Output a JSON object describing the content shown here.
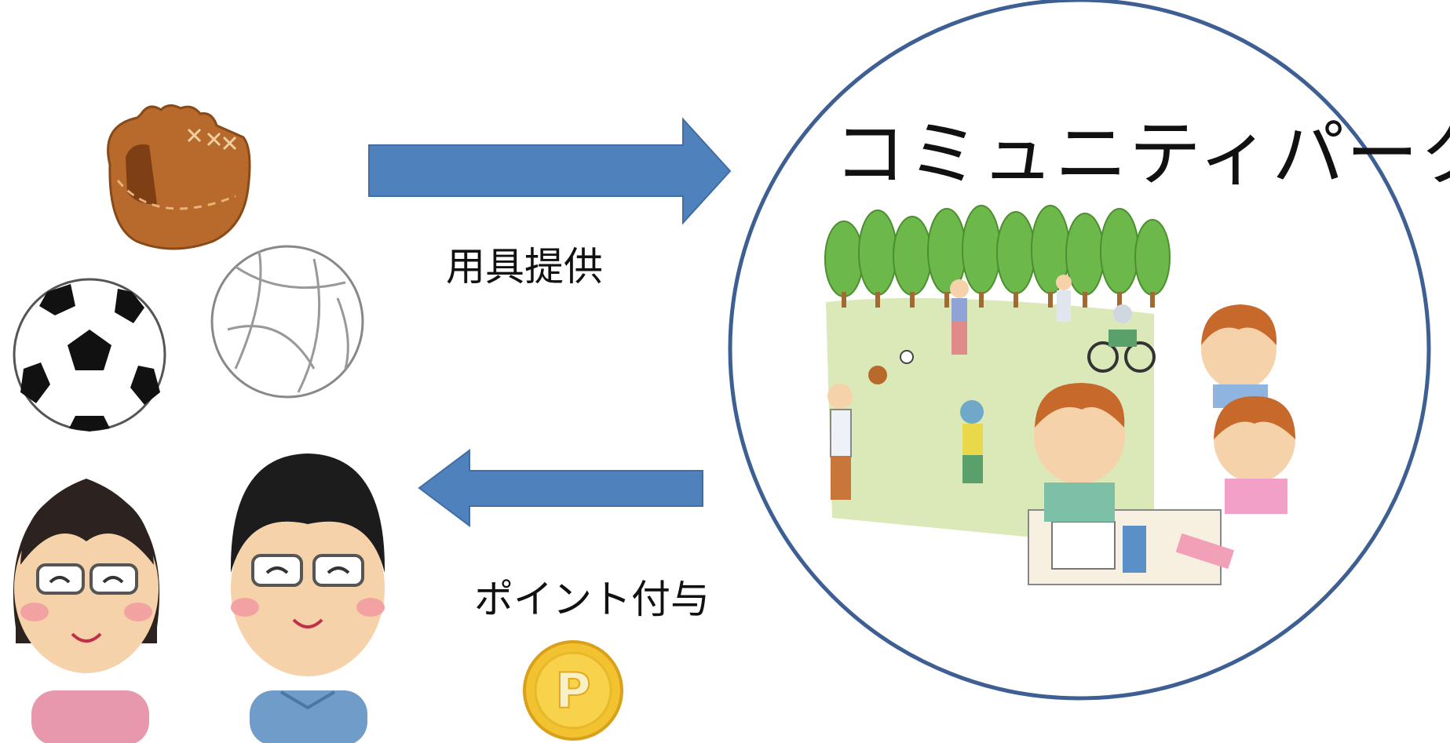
{
  "labels": {
    "equipment_provision": "用具提供",
    "point_grant": "ポイント付与",
    "community_park": "コミュニティパーク",
    "point_coin_letter": "P"
  },
  "colors": {
    "arrow": "#4f81bd",
    "circle_border": "#3d5f93",
    "glove": "#b8692c",
    "coin": "#f2c230",
    "grass": "#dbe8b8",
    "tree": "#6cb84a"
  },
  "items": {
    "equipment": [
      "baseball-glove-icon",
      "soccer-ball-icon",
      "volleyball-icon"
    ],
    "people": [
      "woman-icon",
      "man-icon"
    ],
    "other": [
      "point-coin-icon",
      "park-illustration"
    ]
  }
}
